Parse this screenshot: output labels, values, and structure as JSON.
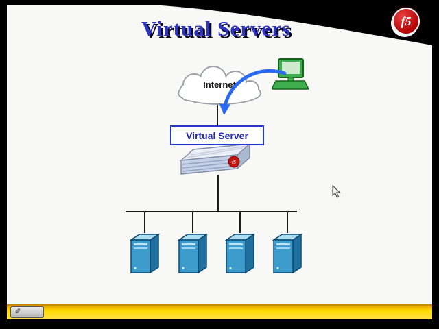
{
  "slide": {
    "title": "Virtual Servers"
  },
  "logo": {
    "text": "f5"
  },
  "diagram": {
    "cloud_label": "Internet",
    "virtual_server_box": "Virtual Server",
    "appliance_badge": "f5"
  },
  "statusbar": {
    "pen_icon": "✎"
  },
  "colors": {
    "title_blue": "#2e35c2",
    "box_border_blue": "#2438c8",
    "arrow_blue": "#2a6af0",
    "server_front_blue": "#3e9ccd",
    "bar_yellow": "#ffd800",
    "logo_red": "#c00000",
    "swoosh_black": "#000000"
  }
}
